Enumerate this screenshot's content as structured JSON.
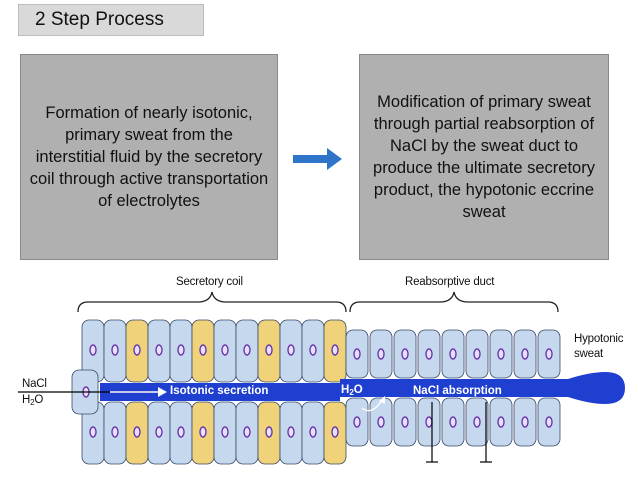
{
  "title": "2 Step Process",
  "step1": "Formation of nearly isotonic, primary sweat from the interstitial fluid by the secretory coil through active transportation of electrolytes",
  "step2": "Modification of primary sweat through partial reabsorption of NaCl by the sweat duct to produce the ultimate secretory product, the hypotonic eccrine sweat",
  "diagram": {
    "secretory_coil": "Secretory coil",
    "reabsorptive_duct": "Reabsorptive duct",
    "hypotonic_1": "Hypotonic",
    "hypotonic_2": "sweat",
    "nacl": "NaCl",
    "h2o_h": "H",
    "h2o_sub": "2",
    "h2o_o": "O",
    "isotonic_secretion": "Isotonic secretion",
    "nacl_absorption": "NaCl absorption"
  },
  "colors": {
    "lumen": "#1f3fd0",
    "cell": "#c6d8ee",
    "yellow_cell": "#f0d27a",
    "nucleus": "#6a3aa8",
    "arrow": "#2e74c9"
  }
}
